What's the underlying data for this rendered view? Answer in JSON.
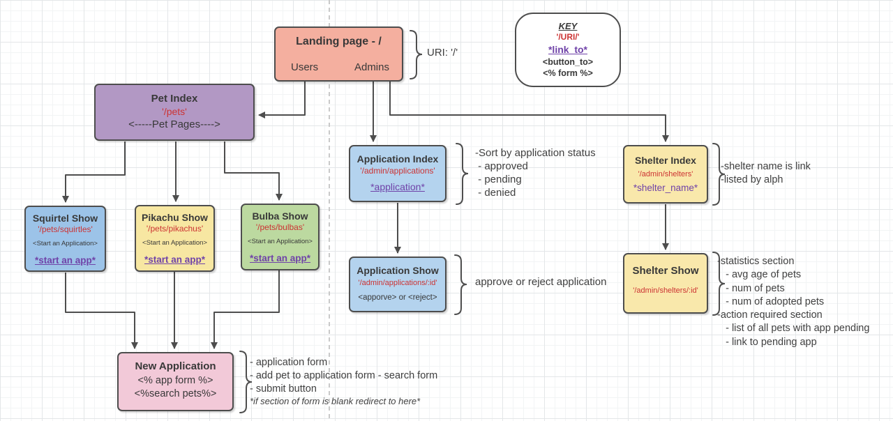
{
  "key": {
    "title": "KEY",
    "uri_example": "'/URI/'",
    "link_example": "*link_to*",
    "button_example": "<button_to>",
    "form_example": "<% form %>"
  },
  "nodes": {
    "landing": {
      "title": "Landing page - /",
      "users_label": "Users",
      "admins_label": "Admins"
    },
    "pet_index": {
      "title": "Pet Index",
      "uri": "'/pets'",
      "note": "<-----Pet Pages---->"
    },
    "squirtle_show": {
      "title": "Squirtel Show",
      "uri": "'/pets/squirtles'",
      "button": "<Start an Application>",
      "link": "*start an app*"
    },
    "pikachu_show": {
      "title": "Pikachu Show",
      "uri": "'/pets/pikachus'",
      "button": "<Start an Application>",
      "link": "*start an app*"
    },
    "bulba_show": {
      "title": "Bulba Show",
      "uri": "'/pets/bulbas'",
      "button": "<Start an Application>",
      "link": "*start an app*"
    },
    "application_index": {
      "title": "Application Index",
      "uri": "'/admin/applications'",
      "link": "*application*"
    },
    "application_show": {
      "title": "Application Show",
      "uri": "'/admin/applications/:id'",
      "buttons": "<apporve> or <reject>"
    },
    "shelter_index": {
      "title": "Shelter Index",
      "uri": "'/admin/shelters'",
      "link": "*shelter_name*"
    },
    "shelter_show": {
      "title": "Shelter Show",
      "uri": "'/admin/shelters/:id'"
    },
    "new_application": {
      "title": "New Application",
      "form": "<% app form %>",
      "search": "<%search pets%>"
    }
  },
  "annotations": {
    "landing_uri": "URI: '/'",
    "application_index_notes": [
      "-Sort by application status",
      " - approved",
      " - pending",
      " - denied"
    ],
    "shelter_index_notes": [
      "-shelter name is link",
      "-listed by alph"
    ],
    "application_show_note": "approve or reject application",
    "shelter_show_notes": [
      "-statistics section",
      "   - avg age of pets",
      "   - num of pets",
      "   - num of adopted pets",
      "-action required section",
      "   - list of all pets with app pending",
      "   - link to pending app"
    ],
    "new_application_notes": [
      "- application form",
      "- add pet to application form - search form",
      "- submit button"
    ],
    "new_application_italic_note": "*if section of form is blank redirect to here*"
  },
  "colors": {
    "uri_red": "#cc3333",
    "link_purple": "#6f42a8",
    "landing_fill": "#f4af9f",
    "pet_index_fill": "#b298c4",
    "pet_show_blue": "#9cc3e8",
    "pet_show_yellow": "#f7e7a2",
    "pet_show_green": "#bcd9a0",
    "admin_blue": "#b4d3ee",
    "shelter_yellow": "#f9e8ab",
    "new_application_pink": "#f2c9d8",
    "connector": "#4d4d4d"
  }
}
